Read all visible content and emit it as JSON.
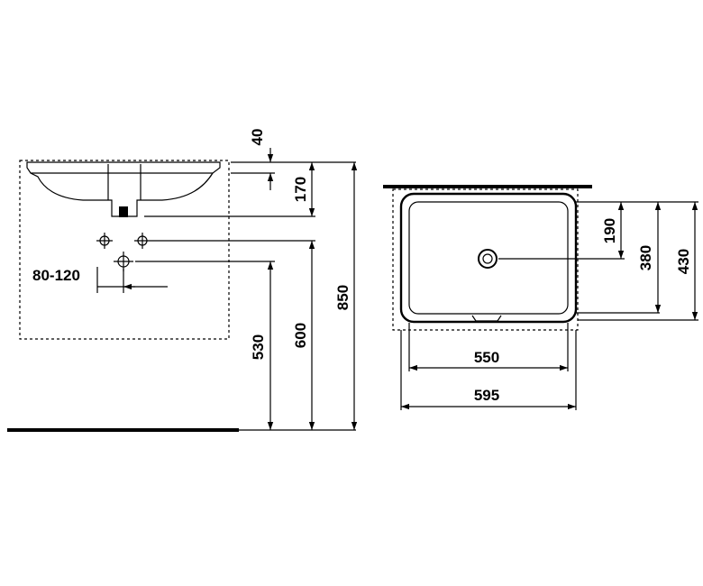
{
  "side_view": {
    "dim_40": "40",
    "dim_170": "170",
    "dim_850": "850",
    "dim_80_120": "80-120",
    "dim_530": "530",
    "dim_600": "600"
  },
  "top_view": {
    "dim_190": "190",
    "dim_380": "380",
    "dim_430": "430",
    "dim_550": "550",
    "dim_595": "595"
  }
}
